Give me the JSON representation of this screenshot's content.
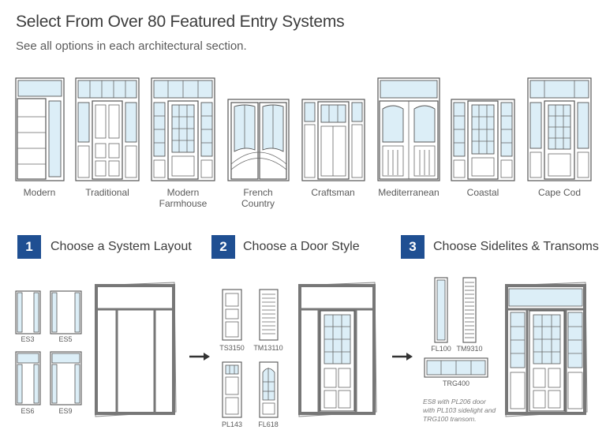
{
  "header": {
    "title": "Select From Over 80 Featured Entry Systems",
    "subtitle": "See all options in each architectural section."
  },
  "styles": [
    {
      "line1": "Modern",
      "line2": ""
    },
    {
      "line1": "Traditional",
      "line2": ""
    },
    {
      "line1": "Modern",
      "line2": "Farmhouse"
    },
    {
      "line1": "French",
      "line2": "Country"
    },
    {
      "line1": "Craftsman",
      "line2": ""
    },
    {
      "line1": "Mediterranean",
      "line2": ""
    },
    {
      "line1": "Coastal",
      "line2": ""
    },
    {
      "line1": "Cape Cod",
      "line2": ""
    }
  ],
  "steps": [
    {
      "number": "1",
      "title": "Choose a System Layout"
    },
    {
      "number": "2",
      "title": "Choose a Door Style"
    },
    {
      "number": "3",
      "title": "Choose Sidelites & Transoms"
    }
  ],
  "layouts": [
    "ES3",
    "ES5",
    "ES6",
    "ES9"
  ],
  "door_styles": [
    "TS3150",
    "TM13110",
    "PL143",
    "FL618"
  ],
  "sidelites": [
    "FL100",
    "TM9310",
    "TRG400"
  ],
  "caption": {
    "line1": "ES8 with PL206 door",
    "line2": "with PL103 sidelight and",
    "line3": "TRG100 transom."
  },
  "colors": {
    "badge": "#1f4f92",
    "glass": "#dceef7",
    "frame": "#555555"
  },
  "icons": {
    "arrow": "arrow-right-icon"
  }
}
